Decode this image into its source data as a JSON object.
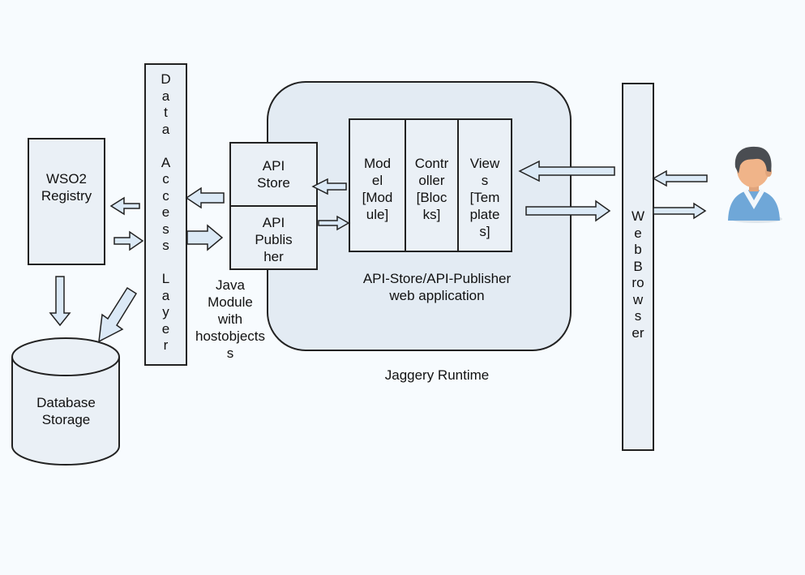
{
  "registry": {
    "label": "WSO2\nRegistry"
  },
  "data_access_layer": {
    "label": "D\na\nt\na\n \nA\nc\nc\ne\ns\ns\n \nL\na\ny\ne\nr"
  },
  "api_store": {
    "label": "API\nStore"
  },
  "api_publisher": {
    "label": "API\nPublis\nher"
  },
  "java_module": {
    "label": "Java\nModule\nwith\nhostobjects\ns"
  },
  "mvc": {
    "model": "Mod\nel\n[Mod\nule]",
    "controller": "Contr\noller\n[Bloc\nks]",
    "views": "View\ns\n[Tem\nplate\ns]"
  },
  "web_app": {
    "label": "API-Store/API-Publisher\nweb application"
  },
  "runtime": {
    "label": "Jaggery Runtime"
  },
  "browser": {
    "label": "W\ne\nb\nB\nro\nw\ns\ner"
  },
  "database": {
    "label": "Database\nStorage"
  },
  "user": {
    "icon": "user-avatar-icon"
  },
  "colors": {
    "box_fill": "#eaf0f6",
    "arrow_fill": "#dbe9f6",
    "stroke": "#222222"
  }
}
